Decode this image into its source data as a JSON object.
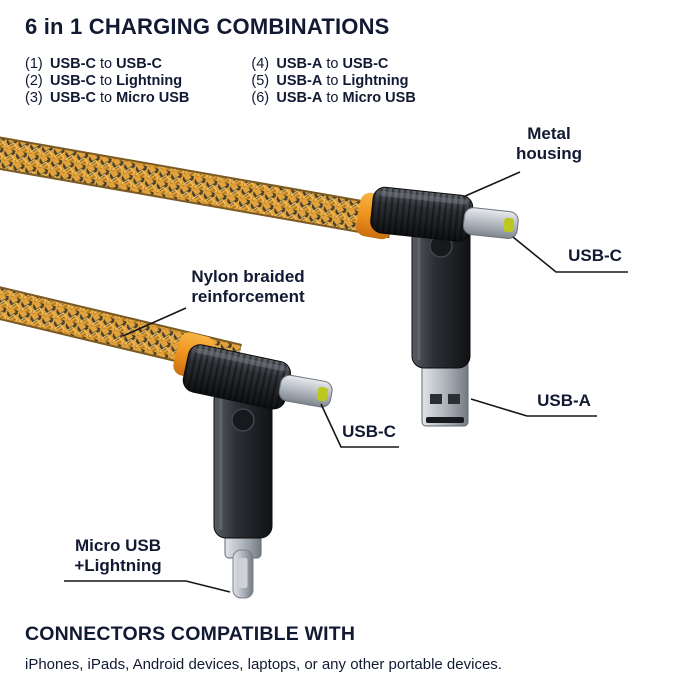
{
  "title": "6 in 1 CHARGING COMBINATIONS",
  "combinations": [
    {
      "num": "(1)",
      "from": "USB-C",
      "sep": "to",
      "to": "USB-C"
    },
    {
      "num": "(2)",
      "from": "USB-C",
      "sep": "to",
      "to": "Lightning"
    },
    {
      "num": "(3)",
      "from": "USB-C",
      "sep": "to",
      "to": "Micro USB"
    },
    {
      "num": "(4)",
      "from": "USB-A",
      "sep": "to",
      "to": "USB-C"
    },
    {
      "num": "(5)",
      "from": "USB-A",
      "sep": "to",
      "to": "Lightning"
    },
    {
      "num": "(6)",
      "from": "USB-A",
      "sep": "to",
      "to": "Micro USB"
    }
  ],
  "callouts": {
    "metal_housing": "Metal housing",
    "usb_c_top": "USB-C",
    "usb_a": "USB-A",
    "nylon_braided": "Nylon braided reinforcement",
    "usb_c_mid": "USB-C",
    "micro_usb_lightning": "Micro USB +Lightning"
  },
  "footer": {
    "heading": "CONNECTORS COMPATIBLE WITH",
    "text": "iPhones, iPads, Android devices, laptops, or any other portable devices."
  },
  "colors": {
    "text": "#121a33",
    "cable_yellow": "#e3a33c",
    "strain_relief_orange": "#ef931f",
    "metal_dark": "#1b1d21",
    "connector_silver": "#b4bac1",
    "usb_c_pcb_green": "#bcc81d"
  }
}
